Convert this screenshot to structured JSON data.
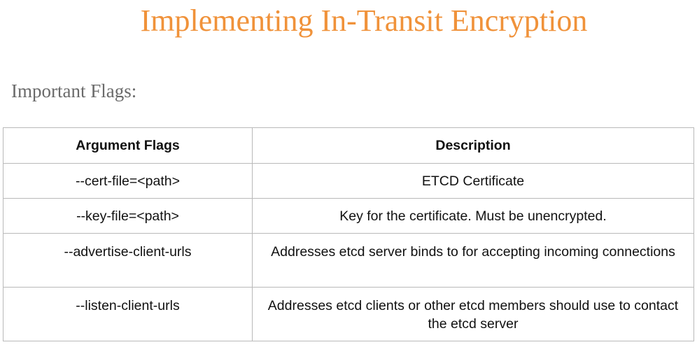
{
  "slide": {
    "title": "Implementing In-Transit Encryption",
    "section_label": "Important Flags:",
    "title_color": "#f0923a"
  },
  "table": {
    "headers": [
      "Argument Flags",
      "Description"
    ],
    "rows": [
      {
        "flag": "--cert-file=<path>",
        "description": "ETCD Certificate"
      },
      {
        "flag": "--key-file=<path>",
        "description": "Key for the certificate. Must be unencrypted."
      },
      {
        "flag": "--advertise-client-urls",
        "description": "Addresses etcd server binds to for accepting incoming connections"
      },
      {
        "flag": "--listen-client-urls",
        "description": "Addresses etcd clients or other etcd members should use to contact the etcd server"
      }
    ]
  }
}
